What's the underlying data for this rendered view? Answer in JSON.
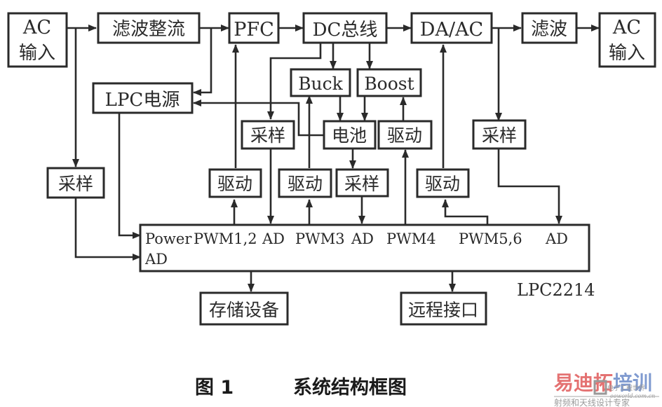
{
  "figure": {
    "caption_number": "图 1",
    "caption_title": "系统结构框图",
    "chip_label": "LPC2214"
  },
  "blocks": {
    "ac_in": [
      "AC",
      "输入"
    ],
    "filter_rect": "滤波整流",
    "pfc": "PFC",
    "dc_bus": "DC总线",
    "da_ac": "DA/AC",
    "filter_out": "滤波",
    "ac_out": [
      "AC",
      "输入"
    ],
    "lpc_power": "LPC电源",
    "buck": "Buck",
    "boost": "Boost",
    "battery": "电池",
    "sample_dc": "采样",
    "sample_ac_in": "采样",
    "sample_ac_out": "采样",
    "sample_battery": "采样",
    "drive_pfc": "驱动",
    "drive_buck": "驱动",
    "drive_boost": "驱动",
    "drive_daac": "驱动",
    "storage": "存储设备",
    "remote": "远程接口"
  },
  "mcu_ports": {
    "row1": [
      "Power",
      "PWM1,2",
      "AD",
      "PWM3",
      "AD",
      "PWM4",
      "PWM5,6",
      "AD"
    ],
    "row2": [
      "AD"
    ]
  },
  "watermark": {
    "brand_a": "易迪拓",
    "brand_b": "培训",
    "sub": "射频和天线设计专家",
    "small": "电子工程世界",
    "url": "eeworld.com.cn",
    "color_red": "#e05a5a",
    "color_blue": "#6a8ac8"
  }
}
